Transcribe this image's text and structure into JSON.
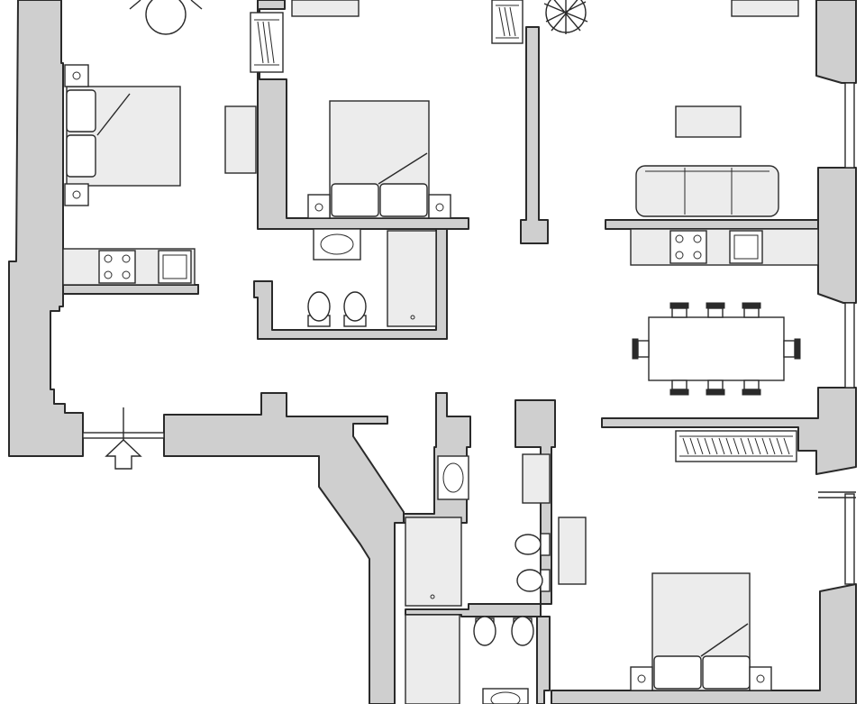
{
  "plan": {
    "type": "apartment floor plan",
    "colors": {
      "wall": "#cfcfcf",
      "outline": "#2a2a2a",
      "background": "#ffffff",
      "furniture": "#ececec"
    },
    "rooms": [
      {
        "id": "bedroom-west",
        "icon": "double-bed-icon"
      },
      {
        "id": "bedroom-center",
        "icon": "double-bed-icon"
      },
      {
        "id": "bedroom-south",
        "icon": "double-bed-icon"
      },
      {
        "id": "living-room",
        "icon": "sofa-icon"
      },
      {
        "id": "bathroom-north",
        "icon": "toilet-icon"
      },
      {
        "id": "bathroom-south-a",
        "icon": "toilet-icon"
      },
      {
        "id": "bathroom-south-b",
        "icon": "toilet-icon"
      },
      {
        "id": "kitchenette-west",
        "icon": "stove-icon"
      },
      {
        "id": "kitchen-east",
        "icon": "stove-icon"
      },
      {
        "id": "dining",
        "icon": "dining-table-icon"
      }
    ],
    "entrance": {
      "icon": "entrance-arrow-icon"
    }
  }
}
